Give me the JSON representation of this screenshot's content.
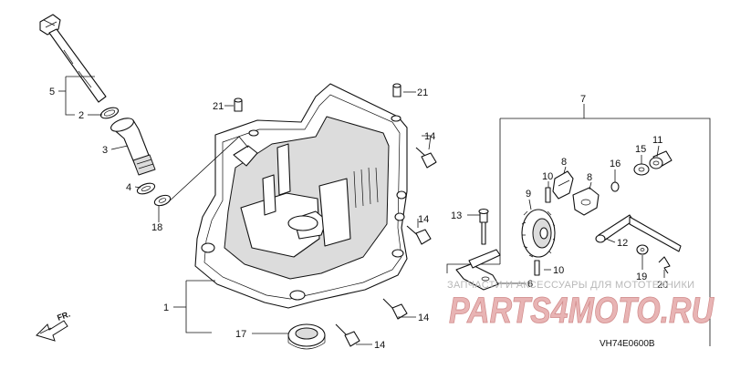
{
  "callouts": {
    "c1": "1",
    "c2": "2",
    "c3": "3",
    "c4": "4",
    "c5": "5",
    "c6": "6",
    "c7": "7",
    "c8a": "8",
    "c8b": "8",
    "c9": "9",
    "c10a": "10",
    "c10b": "10",
    "c11": "11",
    "c12": "12",
    "c13": "13",
    "c14a": "14",
    "c14b": "14",
    "c14c": "14",
    "c14d": "14",
    "c15": "15",
    "c16": "16",
    "c17": "17",
    "c18": "18",
    "c19": "19",
    "c20": "20",
    "c21a": "21",
    "c21b": "21"
  },
  "direction_label": "FR.",
  "diagram_code": "VH74E0600B",
  "watermark": {
    "tagline": "ЗАПЧАСТИ И АКСЕССУАРЫ ДЛЯ МОТОТЕХНИКИ",
    "logo": "PARTS4MOTO.RU",
    "logo_color": "#e8b4b4"
  }
}
